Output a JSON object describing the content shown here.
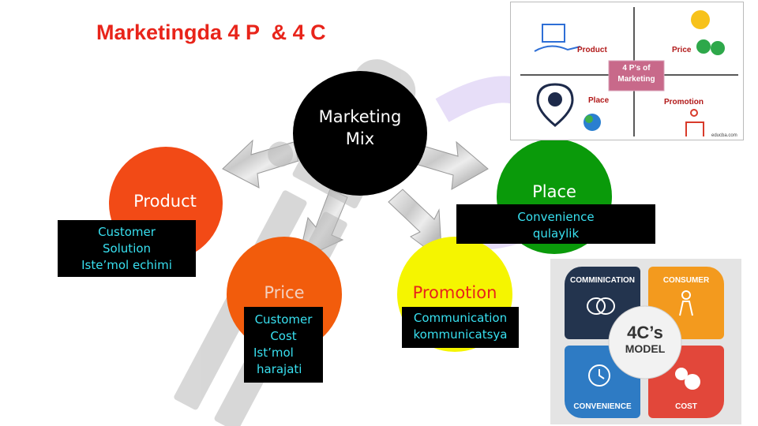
{
  "title": "Marketingda 4 P  & 4 C",
  "center": {
    "line1": "Marketing",
    "line2": "Mix"
  },
  "product": {
    "label": "Product",
    "box": [
      "Customer",
      "Solution",
      "Iste’mol echimi"
    ]
  },
  "place": {
    "label": "Place",
    "box": [
      "Convenience",
      "qulaylik"
    ]
  },
  "price": {
    "label": "Price",
    "box": [
      "Customer",
      "Cost",
      "Ist’mol",
      "harajati"
    ]
  },
  "promotion": {
    "label": "Promotion",
    "box": [
      "Communication",
      "kommunicatsya"
    ]
  },
  "fourp": {
    "product": "Product",
    "price": "Price",
    "place": "Place",
    "promotion": "Promotion",
    "center": "4 P's of Marketing",
    "credit": "educba.com"
  },
  "fourc": {
    "communication": "COMMINICATION",
    "consumer": "CONSUMER",
    "convenience": "CONVENIENCE",
    "cost": "COST",
    "center_line1": "4C’s",
    "center_line2": "MODEL"
  },
  "colors": {
    "title": "#e8241a",
    "product": "#f24a16",
    "place": "#0a9a0a",
    "price": "#f25c0c",
    "promotion": "#f5f500",
    "box_text": "#38e0f0",
    "tile_navy": "#23344e",
    "tile_orange": "#f39a1e",
    "tile_blue": "#2e7bc4",
    "tile_red": "#e2473a"
  },
  "icons": [
    "arrow-icon",
    "dollar-icon",
    "map-pin-icon",
    "globe-icon",
    "chat-bubbles-icon",
    "person-icon",
    "clock-24-icon",
    "coins-icon"
  ]
}
